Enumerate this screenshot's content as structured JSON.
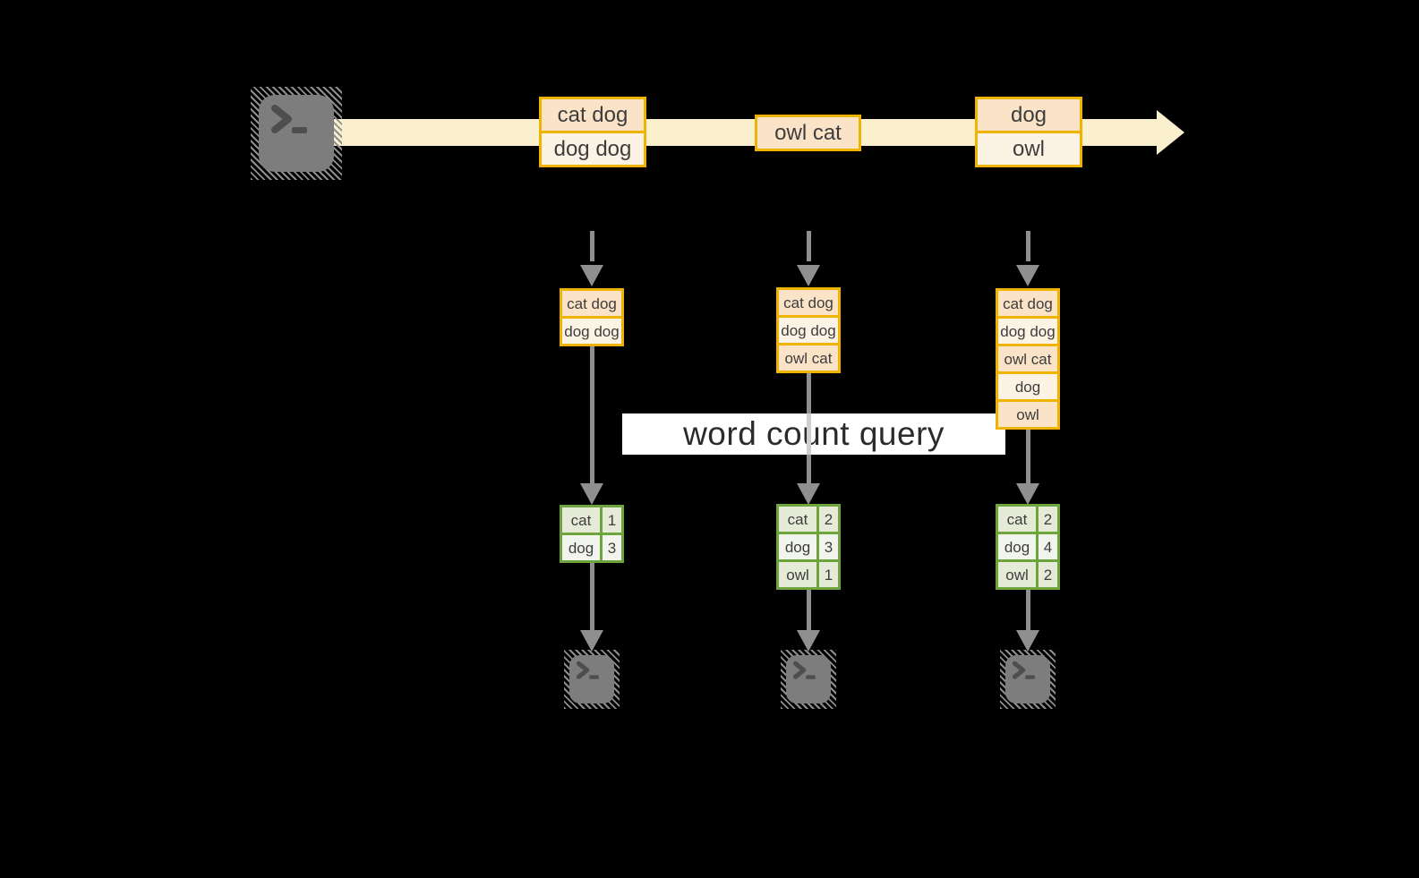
{
  "query_label": "word count query",
  "stream": {
    "batches": [
      {
        "items": [
          "cat dog",
          "dog dog"
        ]
      },
      {
        "items": [
          "owl cat"
        ]
      },
      {
        "items": [
          "dog",
          "owl"
        ]
      }
    ]
  },
  "columns": [
    {
      "window": [
        "cat dog",
        "dog dog"
      ],
      "counts": [
        {
          "word": "cat",
          "count": "1"
        },
        {
          "word": "dog",
          "count": "3"
        }
      ]
    },
    {
      "window": [
        "cat dog",
        "dog dog",
        "owl cat"
      ],
      "counts": [
        {
          "word": "cat",
          "count": "2"
        },
        {
          "word": "dog",
          "count": "3"
        },
        {
          "word": "owl",
          "count": "1"
        }
      ]
    },
    {
      "window": [
        "cat dog",
        "dog dog",
        "owl cat",
        "dog",
        "owl"
      ],
      "counts": [
        {
          "word": "cat",
          "count": "2"
        },
        {
          "word": "dog",
          "count": "4"
        },
        {
          "word": "owl",
          "count": "2"
        }
      ]
    }
  ],
  "icons": {
    "source": "terminal-icon",
    "sinks": [
      "terminal-icon",
      "terminal-icon",
      "terminal-icon"
    ]
  },
  "colors": {
    "background": "#000000",
    "accent_orange": "#F0B400",
    "fill_peach": "#FAE3C6",
    "fill_cream": "#FDF3E4",
    "stream_fill": "#FBF0CE",
    "green_border": "#6EA43C",
    "green_row_dark": "#E5EBD7",
    "green_row_light": "#F2F5ED",
    "arrow_gray": "#8F8F8F",
    "terminal_gray": "#7D7D7D",
    "query_band_bg": "#FFFFFF",
    "text": "#3D3D3D"
  }
}
